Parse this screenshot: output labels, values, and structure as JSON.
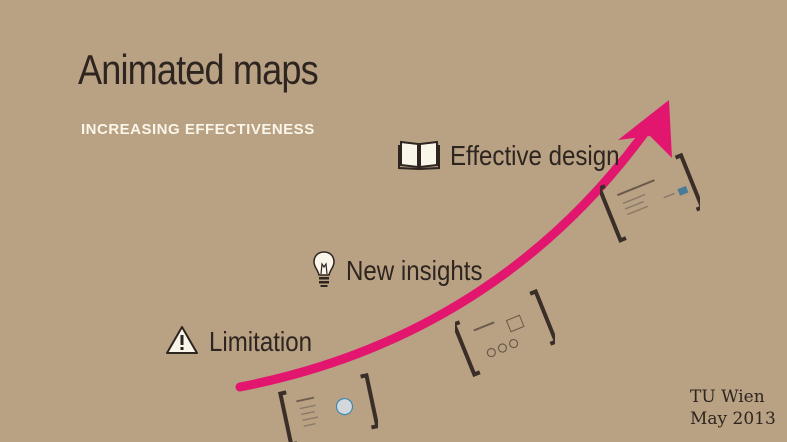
{
  "slide": {
    "title": "Animated maps",
    "subtitle": "INCREASING  EFFECTIVENESS",
    "milestones": [
      {
        "label": "Effective design",
        "icon": "book-icon"
      },
      {
        "label": "New insights",
        "icon": "lightbulb-icon"
      },
      {
        "label": "Limitation",
        "icon": "warning-icon"
      }
    ],
    "credits": {
      "line1": "TU Wien",
      "line2": "May 2013"
    }
  },
  "colors": {
    "background": "#b9a283",
    "accent_arrow": "#e3166f",
    "text_dark": "#2e2420",
    "text_light": "#fbf6ea"
  }
}
